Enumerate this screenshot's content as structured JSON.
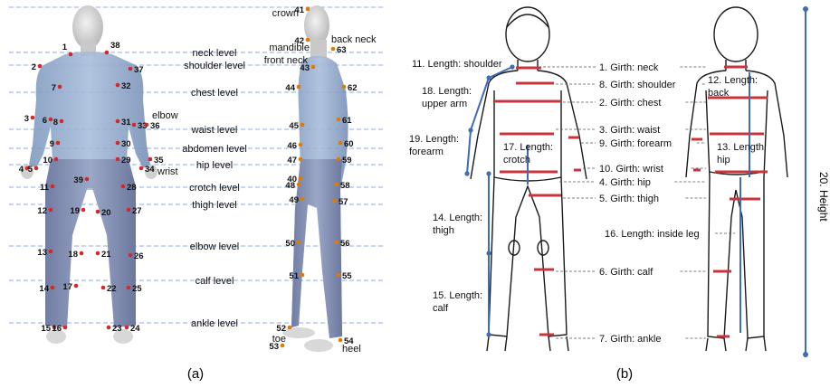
{
  "panel_a": {
    "caption": "(a)",
    "levels": [
      {
        "label": "neck level"
      },
      {
        "label": "shoulder level"
      },
      {
        "label": "chest level"
      },
      {
        "label": "waist level"
      },
      {
        "label": "abdomen level"
      },
      {
        "label": "hip level"
      },
      {
        "label": "crotch level"
      },
      {
        "label": "thigh level"
      },
      {
        "label": "elbow level"
      },
      {
        "label": "calf level"
      },
      {
        "label": "ankle level"
      }
    ],
    "front_landmarks": [
      "1",
      "2",
      "3",
      "4",
      "5",
      "6",
      "7",
      "8",
      "9",
      "10",
      "11",
      "12",
      "13",
      "14",
      "15",
      "16",
      "17",
      "18",
      "19",
      "20",
      "21",
      "22",
      "23",
      "24",
      "25",
      "26",
      "27",
      "28",
      "29",
      "30",
      "31",
      "32",
      "33",
      "34",
      "35",
      "36",
      "37",
      "38",
      "39"
    ],
    "side_landmarks": [
      "40",
      "41",
      "42",
      "43",
      "44",
      "45",
      "46",
      "47",
      "48",
      "49",
      "50",
      "51",
      "52",
      "53",
      "54",
      "55",
      "56",
      "57",
      "58",
      "59",
      "60",
      "61",
      "62",
      "63"
    ],
    "named_points": {
      "elbow": "elbow",
      "wrist": "wrist",
      "crown": "crown",
      "mandible": "mandible",
      "back_neck": "back neck",
      "front_neck": "front neck",
      "toe": "toe",
      "heel": "heel"
    },
    "colors": {
      "front_points": "#d62828",
      "side_points": "#e07b00",
      "body": "#8fa9c9",
      "guides": "#6f8fd6"
    }
  },
  "panel_b": {
    "caption": "(b)",
    "girths": [
      "1. Girth: neck",
      "8. Girth: shoulder",
      "2. Girth: chest",
      "3. Girth: waist",
      "9. Girth: forearm",
      "10. Girth: wrist",
      "4. Girth: hip",
      "5. Girth: thigh",
      "6. Girth: calf",
      "7. Girth: ankle"
    ],
    "lengths_left": [
      [
        "11. Length: shoulder"
      ],
      [
        "18. Length:",
        "upper arm"
      ],
      [
        "19. Length:",
        "forearm"
      ],
      [
        "14. Length:",
        "thigh"
      ],
      [
        "15. Length:",
        "calf"
      ]
    ],
    "lengths_inner": [
      [
        "17. Length:",
        "crotch"
      ],
      [
        "12. Length:",
        "back"
      ],
      [
        "13. Length:",
        "hip"
      ]
    ],
    "inside_leg": "16. Length: inside leg",
    "height": "20. Height",
    "colors": {
      "girth": "#c8343c",
      "length": "#3f6cb3",
      "outline": "#1a1a1a"
    }
  }
}
